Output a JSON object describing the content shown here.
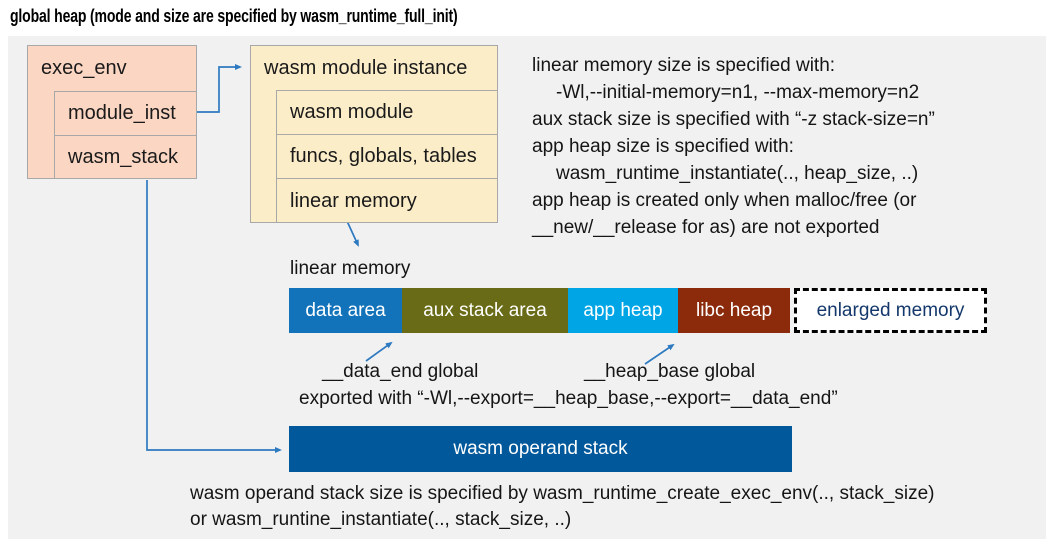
{
  "title": "global heap (mode and size are specified by wasm_runtime_full_init)",
  "exec_env": {
    "title": "exec_env",
    "rows": [
      "module_inst",
      "wasm_stack"
    ]
  },
  "module_instance": {
    "title": "wasm module instance",
    "rows": [
      "wasm module",
      "funcs, globals, tables",
      "linear memory"
    ]
  },
  "notes_right": [
    "linear memory size is specified with:",
    "-Wl,--initial-memory=n1, --max-memory=n2",
    "aux stack size is specified with “-z stack-size=n”",
    "app heap size is specified with:",
    "wasm_runtime_instantiate(.., heap_size, ..)",
    "app heap is created only when malloc/free (or",
    "__new/__release for as) are not exported"
  ],
  "linear_memory": {
    "label": "linear memory",
    "segments": [
      {
        "label": "data area",
        "color": "#1272ba"
      },
      {
        "label": "aux stack area",
        "color": "#696b16"
      },
      {
        "label": "app heap",
        "color": "#00a5e5"
      },
      {
        "label": "libc heap",
        "color": "#8b2b0b"
      },
      {
        "label": "enlarged memory",
        "color": "#ffffff",
        "text_color": "#14386b",
        "border": "dashed"
      }
    ]
  },
  "annotations": {
    "data_end": "__data_end global",
    "heap_base": "__heap_base global",
    "exported": "exported with “-Wl,--export=__heap_base,--export=__data_end”"
  },
  "operand_stack": {
    "label": "wasm operand stack",
    "color": "#01589b"
  },
  "notes_bottom": [
    "wasm operand stack size is specified by wasm_runtime_create_exec_env(.., stack_size)",
    "or wasm_runtine_instantiate(.., stack_size, ..)"
  ],
  "colors": {
    "panel_bg": "#f1f1f2",
    "exec_env_fill": "#fbd6c3",
    "module_instance_fill": "#fcedc9",
    "box_border": "#a8a8a8",
    "connector": "#2e7ac0"
  }
}
